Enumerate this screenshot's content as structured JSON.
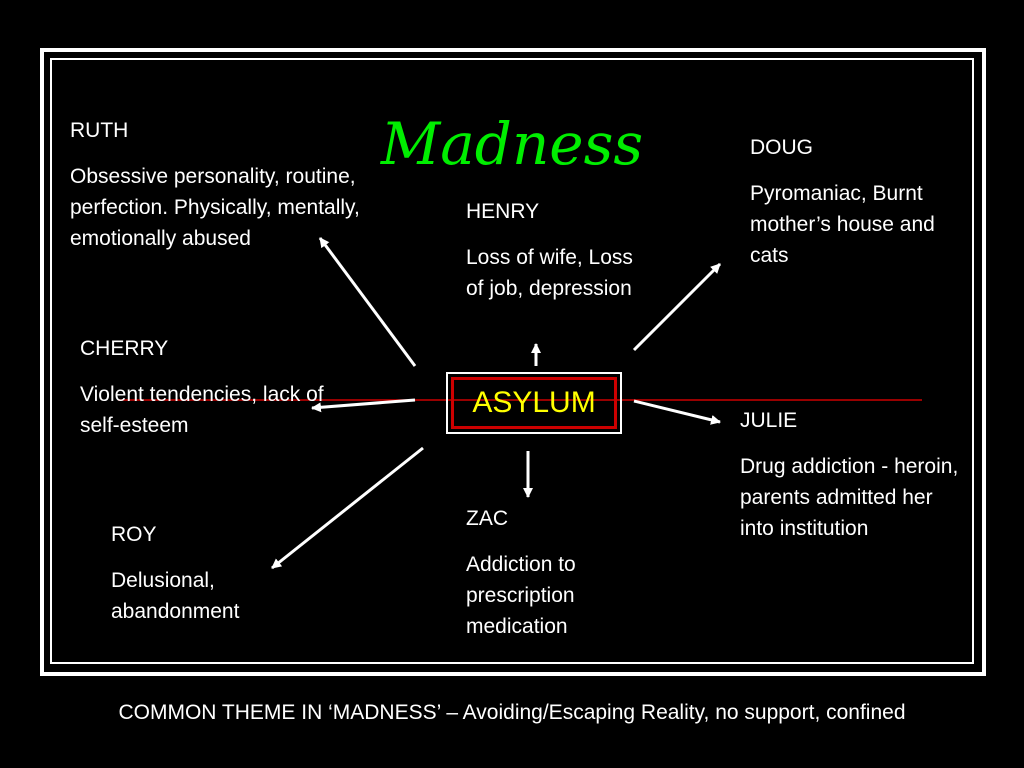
{
  "title": "Madness",
  "center": {
    "label": "ASYLUM",
    "color": "#ffff00",
    "border_color": "#cc0000"
  },
  "divider_color": "#cc0000",
  "title_color": "#00ee00",
  "characters": {
    "ruth": {
      "name": "RUTH",
      "desc": "Obsessive personality, routine, perfection. Physically, mentally, emotionally abused"
    },
    "doug": {
      "name": "DOUG",
      "desc": "Pyromaniac, Burnt mother’s house and cats"
    },
    "henry": {
      "name": "HENRY",
      "desc": "Loss of wife, Loss of job, depression"
    },
    "cherry": {
      "name": "CHERRY",
      "desc": "Violent tendencies, lack of self-esteem"
    },
    "julie": {
      "name": "JULIE",
      "desc": "Drug addiction - heroin, parents admitted her into institution"
    },
    "zac": {
      "name": "ZAC",
      "desc": "Addiction to prescription medication"
    },
    "roy": {
      "name": "ROY",
      "desc": "Delusional, abandonment"
    }
  },
  "footer": "COMMON THEME IN ‘MADNESS’ – Avoiding/Escaping Reality, no support, confined"
}
